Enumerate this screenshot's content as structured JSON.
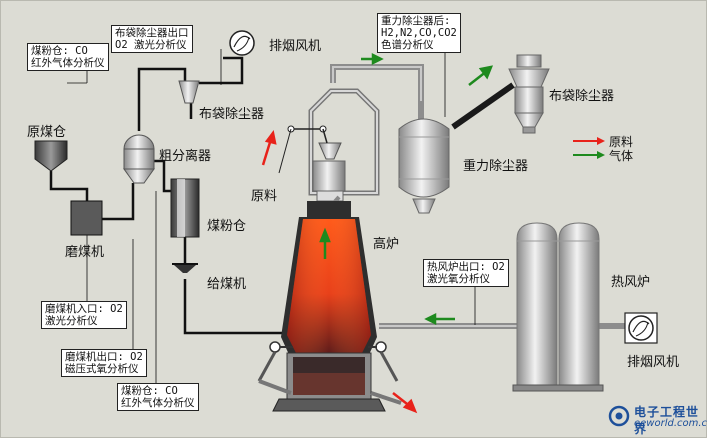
{
  "title": "",
  "labels": {
    "exhaust_fan_top": "排烟风机",
    "bag_filter_small": "布袋除尘器",
    "bag_filter_right": "布袋除尘器",
    "raw_coal_bin": "原煤仓",
    "coarse_separator": "粗分离器",
    "coal_mill": "磨煤机",
    "pulverized_coal_bin": "煤粉仓",
    "coal_feeder": "给煤机",
    "raw_material": "原料",
    "blast_furnace": "高炉",
    "gravity_dust_collector": "重力除尘器",
    "hot_blast_stove": "热风炉",
    "exhaust_fan_right": "排烟风机"
  },
  "analyzer_boxes": {
    "bag_outlet": [
      "布袋除尘器出口",
      "O2 激光分析仪"
    ],
    "coal_powder_top": [
      "煤粉仓: CO",
      "红外气体分析仪"
    ],
    "gravity_after": [
      "重力除尘器后:",
      "H2,N2,CO,CO2",
      "色谱分析仪"
    ],
    "mill_inlet": [
      "磨煤机入口: O2",
      "激光分析仪"
    ],
    "mill_outlet": [
      "磨煤机出口: O2",
      "磁压式氧分析仪"
    ],
    "coal_powder_bottom": [
      "煤粉仓: CO",
      "红外气体分析仪"
    ],
    "hot_stove_outlet": [
      "热风炉出口: O2",
      "激光氧分析仪"
    ]
  },
  "legend": {
    "raw_material": "原料",
    "gas": "气体",
    "raw_material_color": "#e8221a",
    "gas_color": "#1e8a1e"
  },
  "watermark": {
    "line1": "电子工程世界",
    "line2": "eeworld.com.cn"
  }
}
